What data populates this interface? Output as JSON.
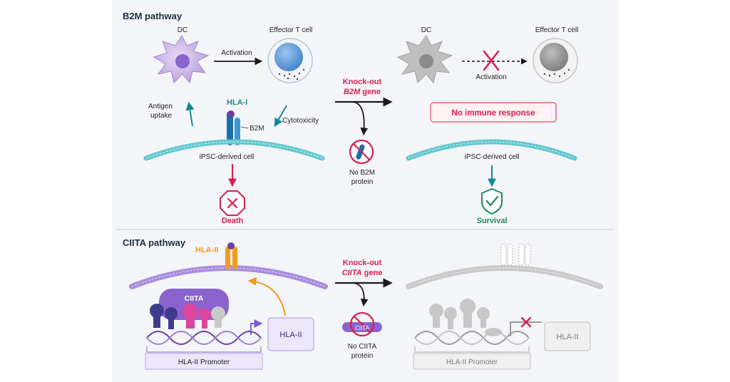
{
  "b2m": {
    "title": "B2M pathway",
    "dc_label": "DC",
    "teff_label": "Effector T cell",
    "activation_label": "Activation",
    "hla1_label": "HLA-I",
    "b2m_label": "B2M",
    "antigen_label_1": "Antigen",
    "antigen_label_2": "uptake",
    "cytotoxicity_label": "Cytotoxicity",
    "ipsc_label": "iPSC-derived cell",
    "death_label": "Death",
    "knockout_line1": "Knock-out",
    "knockout_gene": "B2M",
    "knockout_gene_suffix": " gene",
    "no_protein_line1": "No B2M",
    "no_protein_line2": "protein",
    "right_dc_label": "DC",
    "right_teff_label": "Effector T cell",
    "right_activation_label": "Activation",
    "no_immune_label": "No immune response",
    "right_ipsc_label": "iPSC-derived cell",
    "survival_label": "Survival"
  },
  "ciita": {
    "title": "CIITA pathway",
    "hla2_label": "HLA-II",
    "ciita_complex_label": "CIITA",
    "hla2_box_label": "HLA-II",
    "promoter_label": "HLA-II Promoter",
    "knockout_line1": "Knock-out",
    "knockout_gene": "CIITA",
    "knockout_gene_suffix": " gene",
    "pill_label": "CIITA",
    "no_protein_line1": "No CIITA",
    "no_protein_line2": "protein",
    "right_hla2_box_label": "HLA-II",
    "right_promoter_label": "HLA-II Promoter"
  },
  "colors": {
    "teal": "#14898f",
    "crimson": "#d6204f",
    "green": "#1e8a5c",
    "purple": "#8a63cf",
    "orange": "#f39a1e",
    "navy": "#1f2a44"
  }
}
